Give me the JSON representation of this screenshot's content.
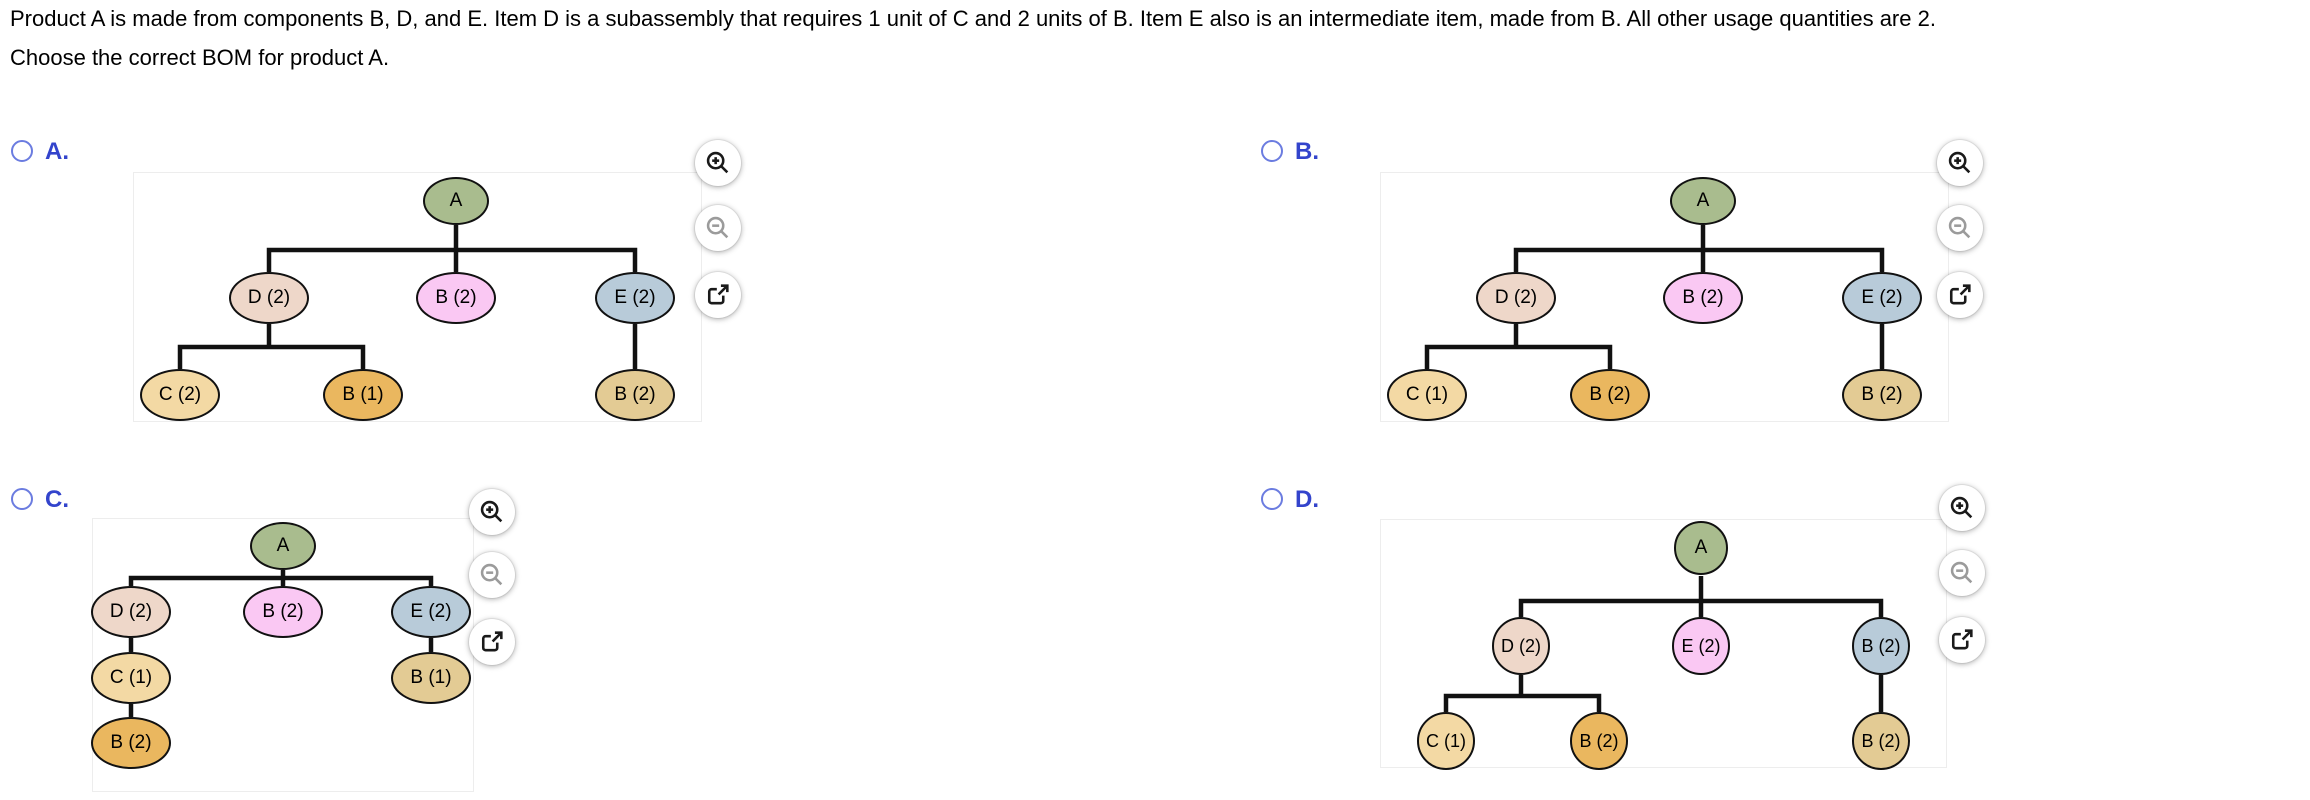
{
  "question": {
    "line1": "Product A is made from components B, D, and E. Item D is a subassembly that requires 1 unit of C and 2 units of B. Item E also is an intermediate item, made from B. All other usage quantities are 2.",
    "line2": "Choose the correct BOM for product A."
  },
  "options": [
    {
      "id": "A",
      "label": "A.",
      "selected": false,
      "tree": {
        "root": "A",
        "child1": "D (2)",
        "child2": "B (2)",
        "child3": "E (2)",
        "gc1": "C (2)",
        "gc2": "B (1)",
        "gc3": "B (2)"
      }
    },
    {
      "id": "B",
      "label": "B.",
      "selected": false,
      "tree": {
        "root": "A",
        "child1": "D (2)",
        "child2": "B (2)",
        "child3": "E (2)",
        "gc1": "C (1)",
        "gc2": "B (2)",
        "gc3": "B (2)"
      }
    },
    {
      "id": "C",
      "label": "C.",
      "selected": false,
      "tree": {
        "root": "A",
        "child1": "D (2)",
        "child2": "B (2)",
        "child3": "E (2)",
        "gc1": "C (1)",
        "gc3": "B (1)",
        "ggc1": "B (2)"
      }
    },
    {
      "id": "D",
      "label": "D.",
      "selected": false,
      "tree": {
        "root": "A",
        "child1": "D (2)",
        "child2": "E (2)",
        "child3": "B (2)",
        "gc1": "C (1)",
        "gc2": "B (2)",
        "gc3": "B (2)"
      }
    }
  ],
  "diagram_tools": [
    "zoom-in",
    "zoom-out",
    "open-in-new-window"
  ],
  "palette": {
    "node_root_green": "#a9bc8e",
    "node_dusty_pink": "#eed7c9",
    "node_pink": "#fac8f3",
    "node_blue": "#b8cbd9",
    "node_light_tan": "#f3d9a4",
    "node_gold": "#eab75f",
    "node_tan": "#e3cb94",
    "option_label_blue": "#3344cc",
    "radio_border": "#6b7ce0",
    "connector": "#111111"
  }
}
